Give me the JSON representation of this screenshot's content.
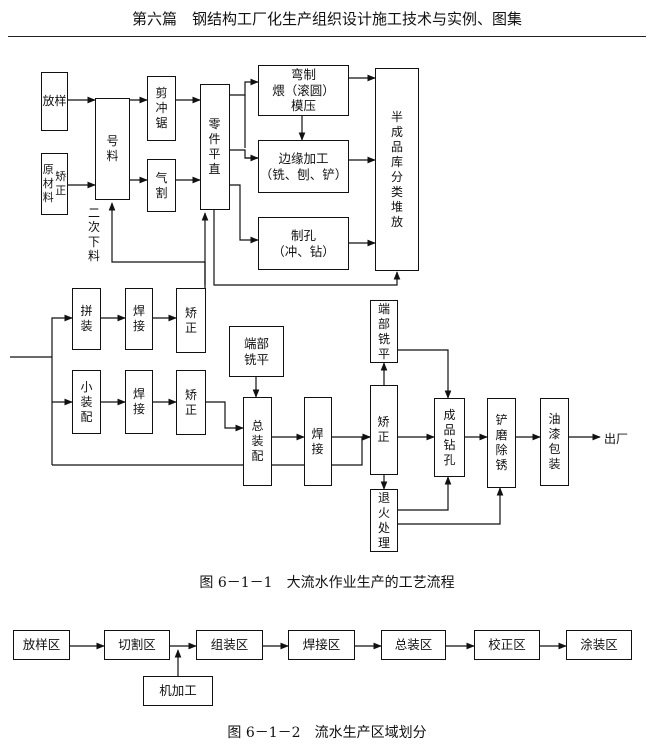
{
  "header": {
    "title": "第六篇　钢结构工厂化生产组织设计施工技术与实例、图集"
  },
  "figure1": {
    "caption": "图 6－1－1　大流水作业生产的工艺流程",
    "nodes": {
      "fangyang": "放样",
      "yuancailiao": "原材料",
      "jiaozheng_raw": "矫正",
      "haoliao": "号料",
      "jianchongju": "剪冲锯",
      "qige": "气割",
      "lingjian_pingzhi": "零件平直",
      "wanzhi": "弯制",
      "wei_gunyuan": "煨（滚圆）",
      "moya": "模压",
      "bianyuan_jiagong": "边缘加工",
      "bianyuan_sub": "（铣、刨、铲）",
      "zhikong": "制孔",
      "zhikong_sub": "（冲、钻）",
      "banchengpin": "半成品库分类堆放",
      "pinzhuang": "拼装",
      "hanjie1": "焊接",
      "jiaozheng1": "矫正",
      "xiaozhuangpei": "小装配",
      "hanjie2": "焊接",
      "jiaozheng2": "矫正",
      "duanbu_xiping1": "端部铣平",
      "zongzhuangpei": "总装配",
      "hanjie3": "焊接",
      "jiaozheng3": "矫正",
      "duanbu_xiping2": "端部铣平",
      "tuihuo": "退火处理",
      "chengpin_zuankong": "成品钻孔",
      "chanmo_chuxiu": "铲磨除锈",
      "youqi_baozhuang": "油漆包装"
    },
    "labels": {
      "erci_xialiao": "二次下料",
      "chuchang": "出厂"
    }
  },
  "figure2": {
    "caption": "图 6－1－2　流水生产区域划分",
    "zones": [
      "放样区",
      "切割区",
      "组装区",
      "焊接区",
      "总装区",
      "校正区",
      "涂装区"
    ],
    "side": "机加工"
  }
}
